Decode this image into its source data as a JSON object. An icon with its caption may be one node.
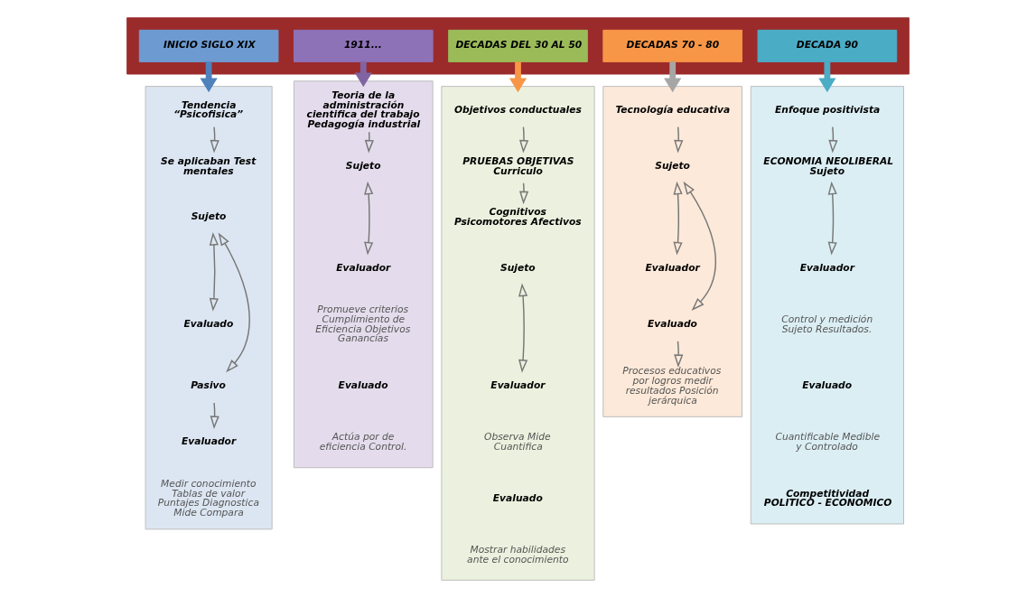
{
  "diagram": {
    "nodes": [
      {
        "text": [],
        "shape": "arrow"
      },
      {
        "text": [
          "INICIO SIGLO XIX"
        ],
        "in": 0
      },
      {
        "text": [
          "1911..."
        ],
        "in": 0
      },
      {
        "text": [
          "DECADAS DEL 30 AL 50"
        ],
        "in": 0
      },
      {
        "text": [
          "DECADAS 70 - 80"
        ],
        "in": 0
      },
      {
        "text": [
          "DECADA 90"
        ],
        "in": 0
      },
      {
        "text": [],
        "shape": "box"
      },
      {
        "text": [
          "Tendencia “Psicofisica”"
        ],
        "in": 6
      },
      {
        "text": [
          "Se aplicaban Test mentales"
        ],
        "in": 6
      },
      {
        "text": [
          "Sujeto"
        ],
        "in": 6
      },
      {
        "text": [
          "Evaluado"
        ],
        "in": 6
      },
      {
        "text": [
          "Pasivo"
        ],
        "in": 6
      },
      {
        "text": [
          "Evaluador"
        ],
        "in": 6
      },
      {
        "text": [
          "Medir conocimiento Tablas de valor Puntajes Diagnostica Mide Compara"
        ],
        "in": 6
      },
      {
        "text": [],
        "shape": "box"
      },
      {
        "text": [
          "Teoria de la administración cientifica del trabajo Pedagogía industrial"
        ],
        "in": 14
      },
      {
        "text": [
          "Sujeto"
        ],
        "in": 14
      },
      {
        "text": [
          "Evaluador"
        ],
        "in": 14
      },
      {
        "text": [
          "Promueve criterios Cumplimiento de Eficiencia Objetivos Ganancias"
        ],
        "in": 14
      },
      {
        "text": [
          "Evaluado"
        ],
        "in": 14
      },
      {
        "text": [
          "Actúa por de eficiencia Control."
        ],
        "in": 14
      },
      {
        "text": [],
        "shape": "box"
      },
      {
        "text": [
          "Objetivos conductuales"
        ],
        "in": 21
      },
      {
        "text": [
          "PRUEBAS OBJETIVAS Curriculo"
        ],
        "in": 21
      },
      {
        "text": [
          "Cognitivos Psicomotores Afectivos"
        ],
        "in": 21
      },
      {
        "text": [
          "Sujeto"
        ],
        "in": 21
      },
      {
        "text": [
          "Evaluador"
        ],
        "in": 21
      },
      {
        "text": [
          "Observa Mide Cuantifica"
        ],
        "in": 21
      },
      {
        "text": [
          "Evaluado"
        ],
        "in": 21
      },
      {
        "text": [
          "Mostrar habilidades ante el conocimiento"
        ],
        "in": 21
      },
      {
        "text": [],
        "shape": "box"
      },
      {
        "text": [
          "Tecnología educativa"
        ],
        "in": 30
      },
      {
        "text": [
          "Sujeto"
        ],
        "in": 30
      },
      {
        "text": [
          "Evaluador"
        ],
        "in": 30
      },
      {
        "text": [
          "Evaluado"
        ],
        "in": 30
      },
      {
        "text": [
          "Procesos educativos por logros medir resultados Posición jerárquica"
        ],
        "in": 30
      },
      {
        "text": [],
        "shape": "box"
      },
      {
        "text": [
          "Enfoque positivista"
        ],
        "in": 36
      },
      {
        "text": [
          "ECONOMIA NEOLIBERAL Sujeto"
        ],
        "in": 36
      },
      {
        "text": [
          "Evaluador"
        ],
        "in": 36
      },
      {
        "text": [
          "Control y medición Sujeto Resultados."
        ],
        "in": 36
      },
      {
        "text": [
          "Evaluado"
        ],
        "in": 36
      },
      {
        "text": [
          "Cuantificable Medible y Controlado"
        ],
        "in": 36
      },
      {
        "text": [
          "Competitividad POLITICO - ECONOMICO"
        ],
        "in": 36
      }
    ],
    "edges": [
      {
        "from": 1,
        "to": 6,
        "arrow": "to",
        "style": "thick",
        "color": "#4f81bd"
      },
      {
        "from": 2,
        "to": 14,
        "arrow": "to",
        "style": "thick",
        "color": "#8064a2"
      },
      {
        "from": 3,
        "to": 21,
        "arrow": "to",
        "style": "thick",
        "color": "#f79646"
      },
      {
        "from": 4,
        "to": 30,
        "arrow": "to",
        "style": "thick",
        "color": "#a6a6a6"
      },
      {
        "from": 5,
        "to": 36,
        "arrow": "to",
        "style": "thick",
        "color": "#4bacc6"
      },
      {
        "from": 7,
        "to": 8,
        "arrow": "to"
      },
      {
        "from": 9,
        "to": 10,
        "arrow": "both"
      },
      {
        "from": 9,
        "to": 11,
        "arrow": "both"
      },
      {
        "from": 11,
        "to": 12,
        "arrow": "to"
      },
      {
        "from": 15,
        "to": 16,
        "arrow": "to"
      },
      {
        "from": 16,
        "to": 17,
        "arrow": "both"
      },
      {
        "from": 22,
        "to": 23,
        "arrow": "to"
      },
      {
        "from": 23,
        "to": 24,
        "arrow": "to"
      },
      {
        "from": 25,
        "to": 26,
        "arrow": "both"
      },
      {
        "from": 31,
        "to": 32,
        "arrow": "to"
      },
      {
        "from": 32,
        "to": 33,
        "arrow": "both"
      },
      {
        "from": 32,
        "to": 34,
        "arrow": "both"
      },
      {
        "from": 34,
        "to": 35,
        "arrow": "to"
      },
      {
        "from": 37,
        "to": 38,
        "arrow": "to"
      },
      {
        "from": 38,
        "to": 39,
        "arrow": "both"
      }
    ]
  }
}
